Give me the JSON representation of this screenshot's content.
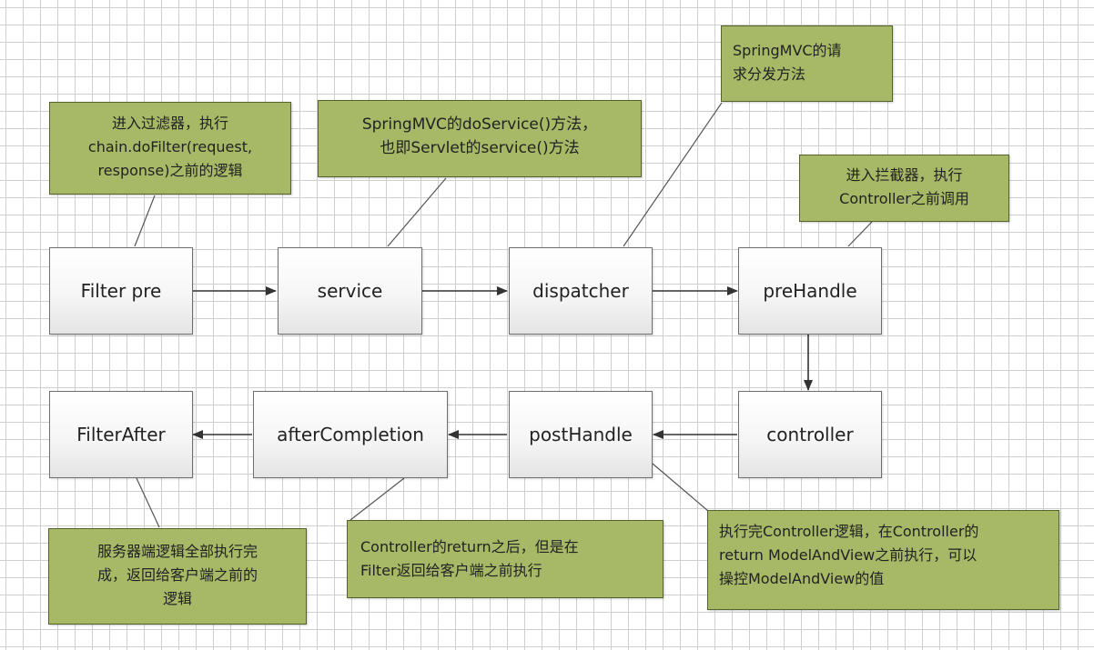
{
  "nodes": {
    "filter_pre": "Filter pre",
    "service": "service",
    "dispatcher": "dispatcher",
    "pre_handle": "preHandle",
    "controller": "controller",
    "post_handle": "postHandle",
    "after_completion": "afterCompletion",
    "filter_after": "FilterAfter"
  },
  "notes": {
    "filter_pre": "进入过滤器，执行\nchain.doFilter(request,\nresponse)之前的逻辑",
    "service": "SpringMVC的doService()方法，\n也即Servlet的service()方法",
    "dispatcher": "SpringMVC的请\n求分发方法",
    "pre_handle": "进入拦截器，执行\nController之前调用",
    "post_handle": "执行完Controller逻辑，在Controller的\nreturn ModelAndView之前执行，可以\n操控ModelAndView的值",
    "after_completion": "Controller的return之后，但是在\nFilter返回给客户端之前执行",
    "filter_after": "服务器端逻辑全部执行完\n成，返回给客户端之前的\n逻辑"
  },
  "colors": {
    "note_fill": "#a7b867",
    "note_border": "#55622c",
    "node_border": "#6f6f6f",
    "grid_line": "#cfcfcf"
  }
}
